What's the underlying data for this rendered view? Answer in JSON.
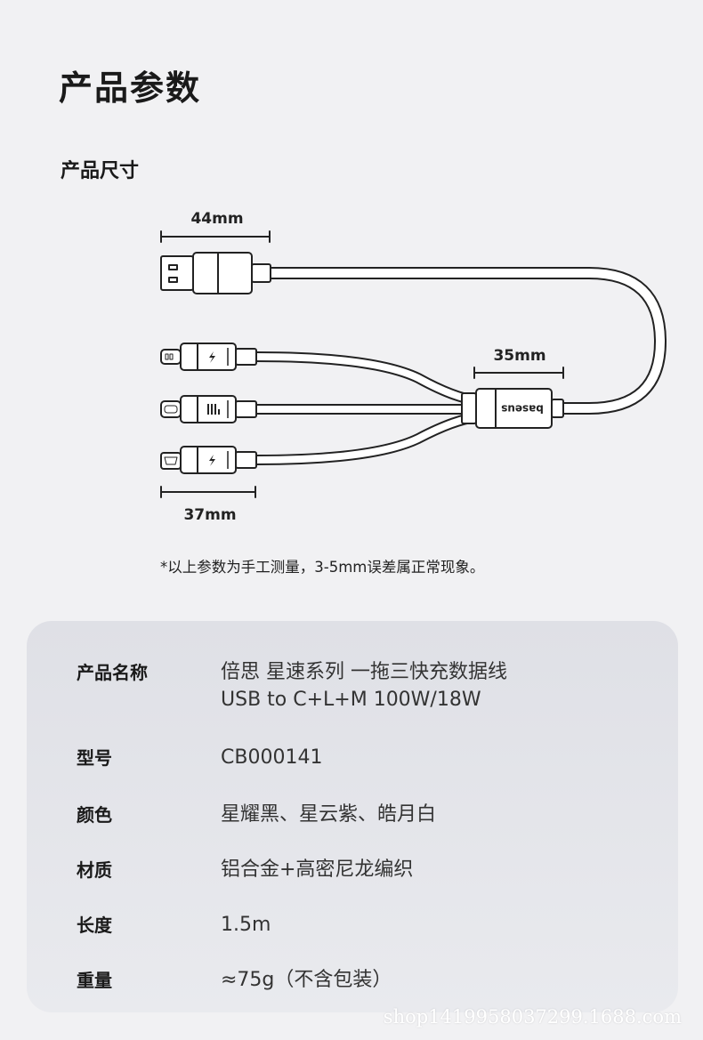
{
  "header": {
    "title": "产品参数",
    "section_title": "产品尺寸"
  },
  "diagram": {
    "dim_usb": "44mm",
    "dim_splitter": "35mm",
    "dim_connector": "37mm",
    "brand_logo": "baseus",
    "cable_color": "#ffffff",
    "stroke_color": "#222222"
  },
  "note": "*以上参数为手工测量，3-5mm误差属正常现象。",
  "specs": [
    {
      "label": "产品名称",
      "value": "倍思 星速系列 一拖三快充数据线\nUSB to C+L+M 100W/18W"
    },
    {
      "label": "型号",
      "value": "CB000141"
    },
    {
      "label": "颜色",
      "value": "星耀黑、星云紫、皓月白"
    },
    {
      "label": "材质",
      "value": "铝合金+高密尼龙编织"
    },
    {
      "label": "长度",
      "value": "1.5m"
    },
    {
      "label": "重量",
      "value": "≈75g（不含包装）"
    }
  ],
  "watermark": "shop1419958037299.1688.com"
}
